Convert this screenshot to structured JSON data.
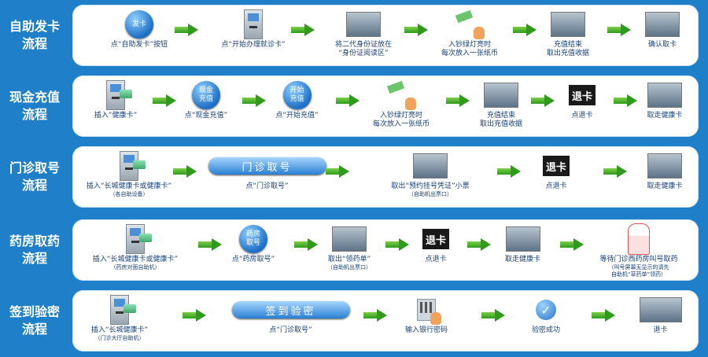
{
  "rows": [
    {
      "title": "自助发卡\n流程",
      "steps": [
        {
          "pic_label": "发卡",
          "caption": "点“自助发卡”按钮"
        },
        {
          "caption": "点“开始办理就诊卡”"
        },
        {
          "caption": "将二代身份证放在",
          "caption2": "“身份证阅读区”"
        },
        {
          "caption": "入钞绿灯亮时",
          "caption2": "每次放入一张纸币"
        },
        {
          "caption": "充值结束",
          "caption2": "取出充值收据"
        },
        {
          "caption": "确认取卡"
        }
      ]
    },
    {
      "title": "现金充值\n流程",
      "steps": [
        {
          "caption": "插入“健康卡”"
        },
        {
          "pic_label": "现金\n充值",
          "caption": "点“现金充值”"
        },
        {
          "pic_label": "开始\n充值",
          "caption": "点“开始充值”"
        },
        {
          "caption": "入钞绿灯亮时",
          "caption2": "每次放入一张纸币"
        },
        {
          "caption": "充值结束",
          "caption2": "取出充值收据"
        },
        {
          "pic_label": "退卡",
          "caption": "点退卡"
        },
        {
          "caption": "取走健康卡"
        }
      ]
    },
    {
      "title": "门诊取号\n流程",
      "steps": [
        {
          "caption": "插入“长城健康卡或健康卡”",
          "sub": "（各自助设备）"
        },
        {
          "pic_label": "门诊取号",
          "caption": "点“门诊取号”"
        },
        {
          "caption": "取出“预约挂号凭证”小票",
          "sub": "（自助机出票口）"
        },
        {
          "pic_label": "退卡",
          "caption": "点退卡"
        },
        {
          "caption": "取走健康卡"
        }
      ]
    },
    {
      "title": "药房取药\n流程",
      "steps": [
        {
          "caption": "插入“长城健康卡或健康卡”",
          "sub": "（药房对面自助机）"
        },
        {
          "pic_label": "药房\n取号",
          "caption": "点“药房取号”"
        },
        {
          "caption": "取出“领药单”",
          "sub": "（自助机出票口）"
        },
        {
          "pic_label": "退卡",
          "caption": "点退卡"
        },
        {
          "caption": "取走健康卡"
        },
        {
          "caption": "等待门诊西药房叫号取药",
          "sub": "（叫号屏幕无显示的请先",
          "sub2": "自助机“草药单”领药）"
        }
      ]
    },
    {
      "title": "签到验密\n流程",
      "steps": [
        {
          "caption": "插入“长城健康卡”",
          "sub": "（门诊大厅自助机）"
        },
        {
          "pic_label": "签到验密",
          "caption": "点“门诊取号”"
        },
        {
          "caption": "输入银行密码"
        },
        {
          "pic_label": "✓",
          "caption": "验密成功"
        },
        {
          "caption": "退卡"
        }
      ]
    }
  ]
}
